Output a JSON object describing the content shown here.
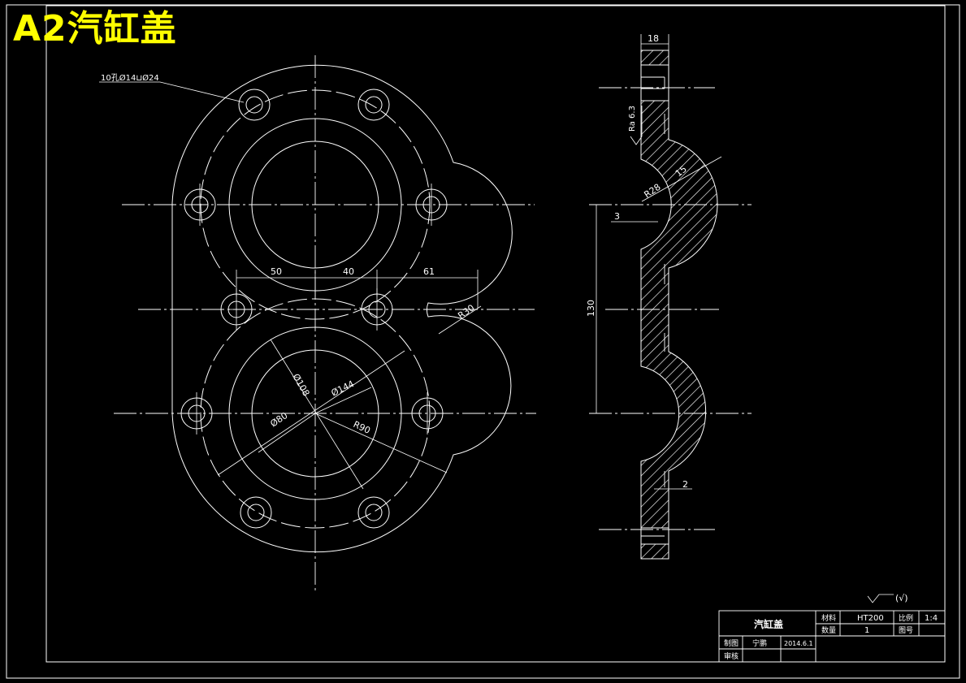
{
  "title": "A2汽缸盖",
  "front_view": {
    "hole_callout": "10孔Ø14⊔Ø24",
    "dims": {
      "d50": "50",
      "d40": "40",
      "d61": "61",
      "r30": "R30",
      "phi108": "Ø108",
      "phi144": "Ø144",
      "phi80": "Ø80",
      "r90": "R90"
    }
  },
  "side_view": {
    "dims": {
      "d18": "18",
      "ra": "Ra 6.3",
      "d15": "15",
      "r28": "R28",
      "d3": "3",
      "d130": "130",
      "d2": "2"
    }
  },
  "roughness_note": "(√)",
  "title_block": {
    "part_name": "汽缸盖",
    "material_label": "材料",
    "material": "HT200",
    "scale_label": "比例",
    "scale": "1:4",
    "qty_label": "数量",
    "qty": "1",
    "drawing_no_label": "图号",
    "drawn_label": "制图",
    "drawn_by": "宁鹏",
    "date": "2014.6.1",
    "checked_label": "审核"
  }
}
